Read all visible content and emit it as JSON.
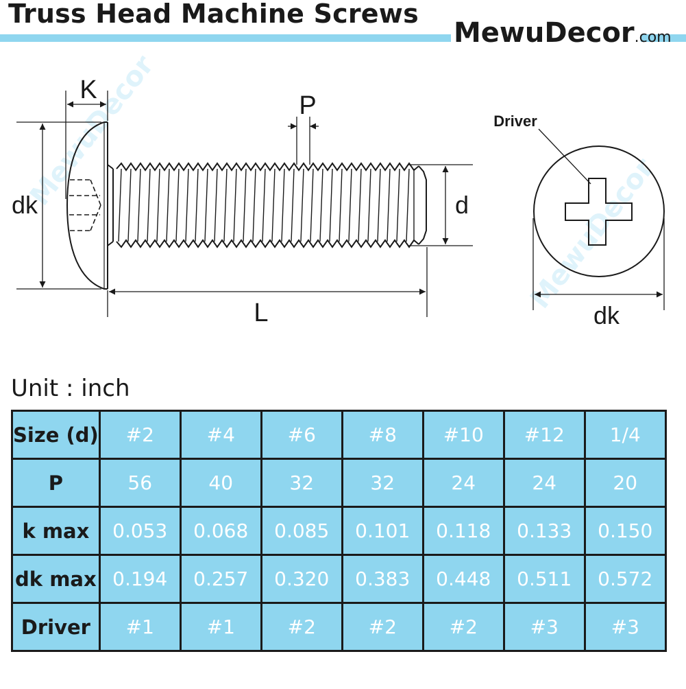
{
  "header": {
    "title": "Truss Head Machine Screws",
    "brand": "MewuDecor",
    "brand_suffix": ".com",
    "watermark": "MewuDecor"
  },
  "colors": {
    "accent": "#8fd6ef",
    "text": "#1a1a1a",
    "cell_value_text": "#ffffff"
  },
  "diagram": {
    "labels": {
      "k": "K",
      "p": "P",
      "dk_left": "dk",
      "d": "d",
      "l": "L",
      "driver": "Driver",
      "dk_right": "dk"
    }
  },
  "table": {
    "unit_label": "Unit : inch",
    "rows": [
      {
        "header": "Size (d)",
        "values": [
          "#2",
          "#4",
          "#6",
          "#8",
          "#10",
          "#12",
          "1/4"
        ]
      },
      {
        "header": "P",
        "values": [
          "56",
          "40",
          "32",
          "32",
          "24",
          "24",
          "20"
        ]
      },
      {
        "header": "k max",
        "values": [
          "0.053",
          "0.068",
          "0.085",
          "0.101",
          "0.118",
          "0.133",
          "0.150"
        ]
      },
      {
        "header": "dk max",
        "values": [
          "0.194",
          "0.257",
          "0.320",
          "0.383",
          "0.448",
          "0.511",
          "0.572"
        ]
      },
      {
        "header": "Driver",
        "values": [
          "#1",
          "#1",
          "#2",
          "#2",
          "#2",
          "#3",
          "#3"
        ]
      }
    ]
  }
}
